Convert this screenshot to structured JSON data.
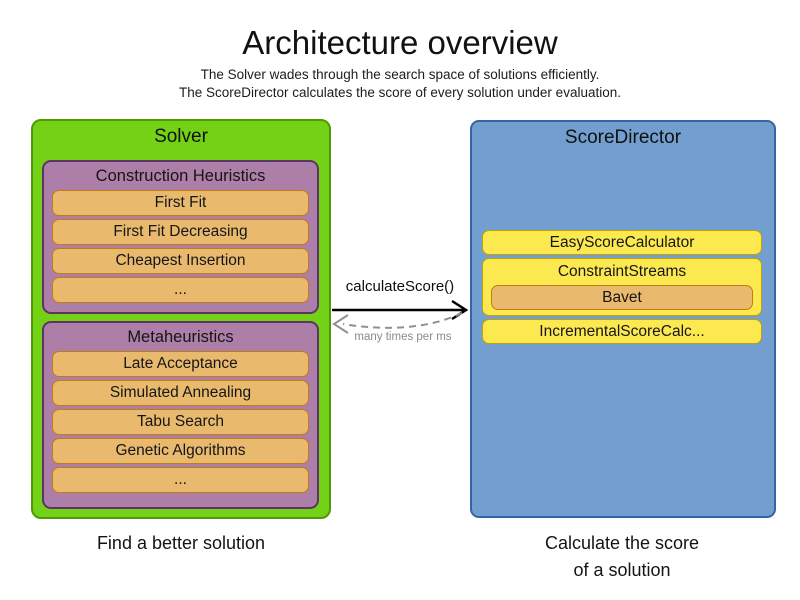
{
  "header": {
    "title": "Architecture overview",
    "subtitle_line1": "The Solver wades through the search space of solutions efficiently.",
    "subtitle_line2": "The ScoreDirector calculates the score of every solution under evaluation."
  },
  "solver": {
    "title": "Solver",
    "caption": "Find a better solution",
    "sections": [
      {
        "title": "Construction Heuristics",
        "items": [
          "First Fit",
          "First Fit Decreasing",
          "Cheapest Insertion",
          "..."
        ]
      },
      {
        "title": "Metaheuristics",
        "items": [
          "Late Acceptance",
          "Simulated Annealing",
          "Tabu Search",
          "Genetic Algorithms",
          "..."
        ]
      }
    ]
  },
  "score_director": {
    "title": "ScoreDirector",
    "caption_line1": "Calculate the score",
    "caption_line2": "of a solution",
    "calculators": [
      "EasyScoreCalculator",
      "ConstraintStreams",
      "IncrementalScoreCalc..."
    ],
    "constraint_streams_child": "Bavet"
  },
  "arrow": {
    "call_label": "calculateScore()",
    "frequency_label": "many times per ms"
  },
  "colors": {
    "solver_fill": "#73d216",
    "solver_border": "#4e9a06",
    "phase_fill": "#ad7fa8",
    "phase_border": "#5c3566",
    "algorithm_fill": "#e9b96e",
    "algorithm_border": "#c17d11",
    "calculator_fill": "#fce94f",
    "calculator_border": "#c4a000",
    "director_fill": "#729fcf",
    "director_border": "#3465a4",
    "solid_arrow": "#000000",
    "dashed_arrow": "#909090"
  }
}
